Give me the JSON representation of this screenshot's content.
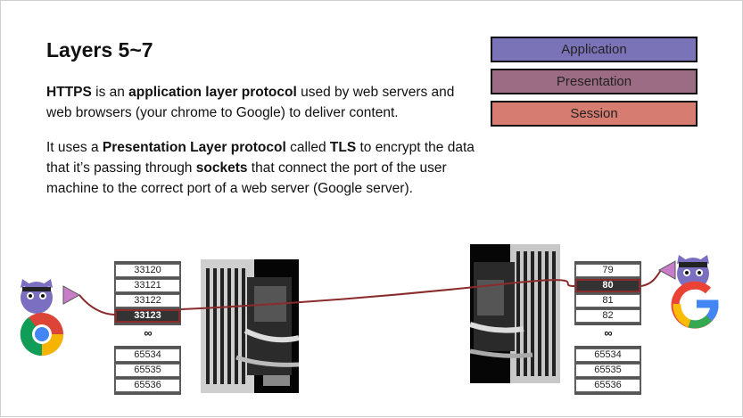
{
  "slide": {
    "title": "Layers 5~7",
    "p1": {
      "b1": "HTTPS",
      "t1": " is an ",
      "b2": "application layer protocol",
      "t2": " used by web servers and web browsers (your chrome to Google) to deliver content."
    },
    "p2": {
      "t1": "It uses a ",
      "b1": "Presentation Layer protocol",
      "t2": " called ",
      "b2": "TLS",
      "t3": " to encrypt the data that it’s passing through ",
      "b3": "sockets",
      "t4": " that connect the port of the user machine to the correct port of a web server (Google server)."
    }
  },
  "layers": [
    {
      "label": "Application",
      "color": "#7b73b8"
    },
    {
      "label": "Presentation",
      "color": "#9b6c84"
    },
    {
      "label": "Session",
      "color": "#d67c70"
    }
  ],
  "client_ports": {
    "top": [
      "33120",
      "33121",
      "33122",
      "33123"
    ],
    "bottom": [
      "65534",
      "65535",
      "65536"
    ],
    "active": "33123"
  },
  "server_ports": {
    "top": [
      "79",
      "80",
      "81",
      "82"
    ],
    "bottom": [
      "65534",
      "65535",
      "65536"
    ],
    "active": "80"
  },
  "colors": {
    "connection_line": "#8a2b2b",
    "mascot": "#7b6fc2"
  },
  "icons": [
    "chrome-icon",
    "google-icon",
    "mascot-icon",
    "server-photo"
  ]
}
